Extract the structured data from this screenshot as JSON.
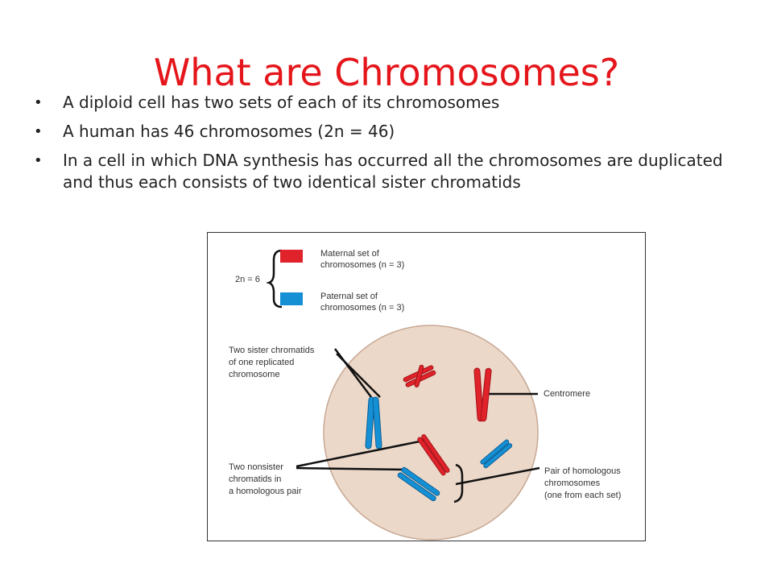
{
  "slide": {
    "title": "What are Chromosomes?",
    "bullets": [
      "A diploid cell has two sets of each of its chromosomes",
      "A human has 46 chromosomes (2n = 46)",
      "In a cell in which DNA synthesis has occurred all the chromosomes are duplicated and thus each consists of two identical sister chromatids"
    ]
  },
  "figure": {
    "legend_2n": "2n = 6",
    "maternal_line1": "Maternal set of",
    "maternal_line2": "chromosomes (n = 3)",
    "paternal_line1": "Paternal set of",
    "paternal_line2": "chromosomes (n = 3)",
    "sister_line1": "Two sister chromatids",
    "sister_line2": "of one replicated",
    "sister_line3": "chromosome",
    "centromere": "Centromere",
    "nonsister_line1": "Two nonsister",
    "nonsister_line2": "chromatids in",
    "nonsister_line3": "a homologous pair",
    "pair_line1": "Pair of homologous",
    "pair_line2": "chromosomes",
    "pair_line3": "(one from each set)",
    "colors": {
      "maternal": "#e0222a",
      "paternal": "#1590d5",
      "cell": "#ecd8c8"
    }
  }
}
